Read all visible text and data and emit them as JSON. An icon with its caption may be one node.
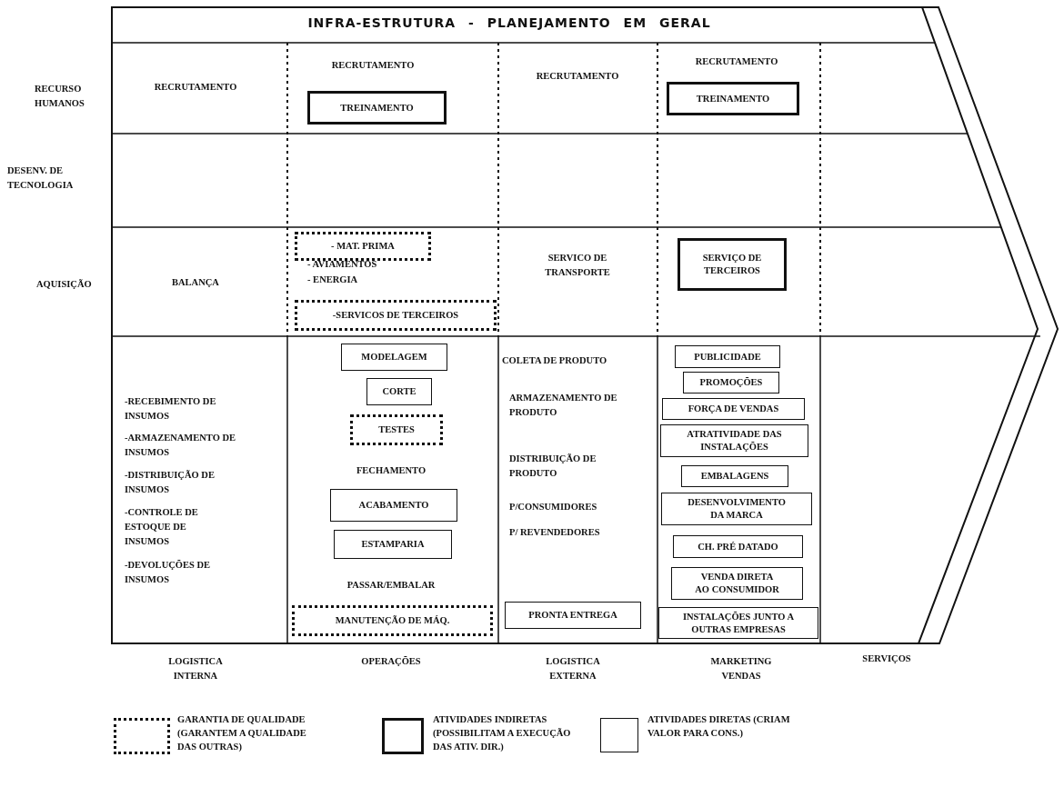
{
  "diagram": {
    "nodes": [
      {
        "text": [
          "TREINAMENTO"
        ]
      },
      {
        "text": [
          "TREINAMENTO"
        ]
      },
      {
        "text": [
          "- MAT. PRIMA"
        ]
      },
      {
        "text": [
          "-SERVICOS DE TERCEIROS"
        ]
      },
      {
        "text": [
          "SERVIÇO DE TERCEIROS"
        ]
      },
      {
        "text": [
          "MODELAGEM"
        ]
      },
      {
        "text": [
          "CORTE"
        ]
      },
      {
        "text": [
          "TESTES"
        ]
      },
      {
        "text": [
          "ACABAMENTO"
        ]
      },
      {
        "text": [
          "ESTAMPARIA"
        ]
      },
      {
        "text": [
          "MANUTENÇÃO DE MÁQ."
        ]
      },
      {
        "text": [
          "PRONTA ENTREGA"
        ]
      },
      {
        "text": [
          "PUBLICIDADE"
        ]
      },
      {
        "text": [
          "PROMOÇÕES"
        ]
      },
      {
        "text": [
          "FORÇA DE VENDAS"
        ]
      },
      {
        "text": [
          "ATRATIVIDADE DAS INSTALAÇÕES"
        ]
      },
      {
        "text": [
          "EMBALAGENS"
        ]
      },
      {
        "text": [
          "DESENVOLVIMENTO DA MARCA"
        ]
      },
      {
        "text": [
          "CH. PRÉ DATADO"
        ]
      },
      {
        "text": [
          "VENDA DIRETA AO CONSUMIDOR"
        ]
      },
      {
        "text": [
          "INSTALAÇÕES JUNTO A OUTRAS EMPRESAS"
        ]
      }
    ],
    "labels": [
      "INFRA-ESTRUTURA - PLANEJAMENTO EM GERAL",
      "RECURSO HUMANOS",
      "RECRUTAMENTO",
      "RECRUTAMENTO",
      "RECRUTAMENTO",
      "RECRUTAMENTO",
      "DESENV. DE TECNOLOGIA",
      "AQUISIÇÃO",
      "BALANÇA",
      "- AVIAMENTOS",
      "- ENERGIA",
      "SERVICO DE TRANSPORTE",
      "-RECEBIMENTO DE INSUMOS",
      "-ARMAZENAMENTO DE INSUMOS",
      "-DISTRIBUIÇÃO DE INSUMOS",
      "-CONTROLE DE ESTOQUE DE INSUMOS",
      "-DEVOLUÇÕES DE INSUMOS",
      "FECHAMENTO",
      "PASSAR/EMBALAR",
      "COLETA DE PRODUTO",
      "ARMAZENAMENTO DE PRODUTO",
      "DISTRIBUIÇÃO DE PRODUTO",
      "P/CONSUMIDORES",
      "P/ REVENDEDORES",
      "LOGISTICA INTERNA",
      "OPERAÇÕES",
      "LOGISTICA EXTERNA",
      "MARKETING VENDAS",
      "SERVIÇOS"
    ],
    "legend": [
      {
        "text": "GARANTIA DE QUALIDADE (GARANTEM A QUALIDADE DAS OUTRAS)"
      },
      {
        "text": "ATIVIDADES INDIRETAS (POSSIBILITAM A EXECUÇÃO DAS ATIV. DIR.)"
      },
      {
        "text": "ATIVIDADES DIRETAS (CRIAM VALOR PARA CONS.)"
      }
    ]
  }
}
